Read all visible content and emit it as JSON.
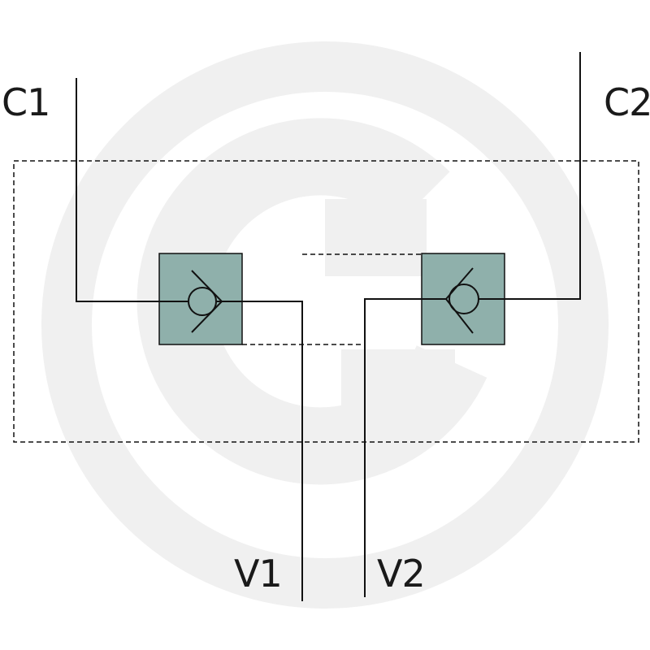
{
  "ports": {
    "c1": "C1",
    "c2": "C2",
    "v1": "V1",
    "v2": "V2"
  },
  "colors": {
    "valve_fill": "#8fb0ab",
    "line": "#111111",
    "watermark": "#efefef"
  },
  "icons": {
    "watermark": "g-logo-watermark-icon",
    "valve": "pilot-operated-check-valve-icon"
  }
}
